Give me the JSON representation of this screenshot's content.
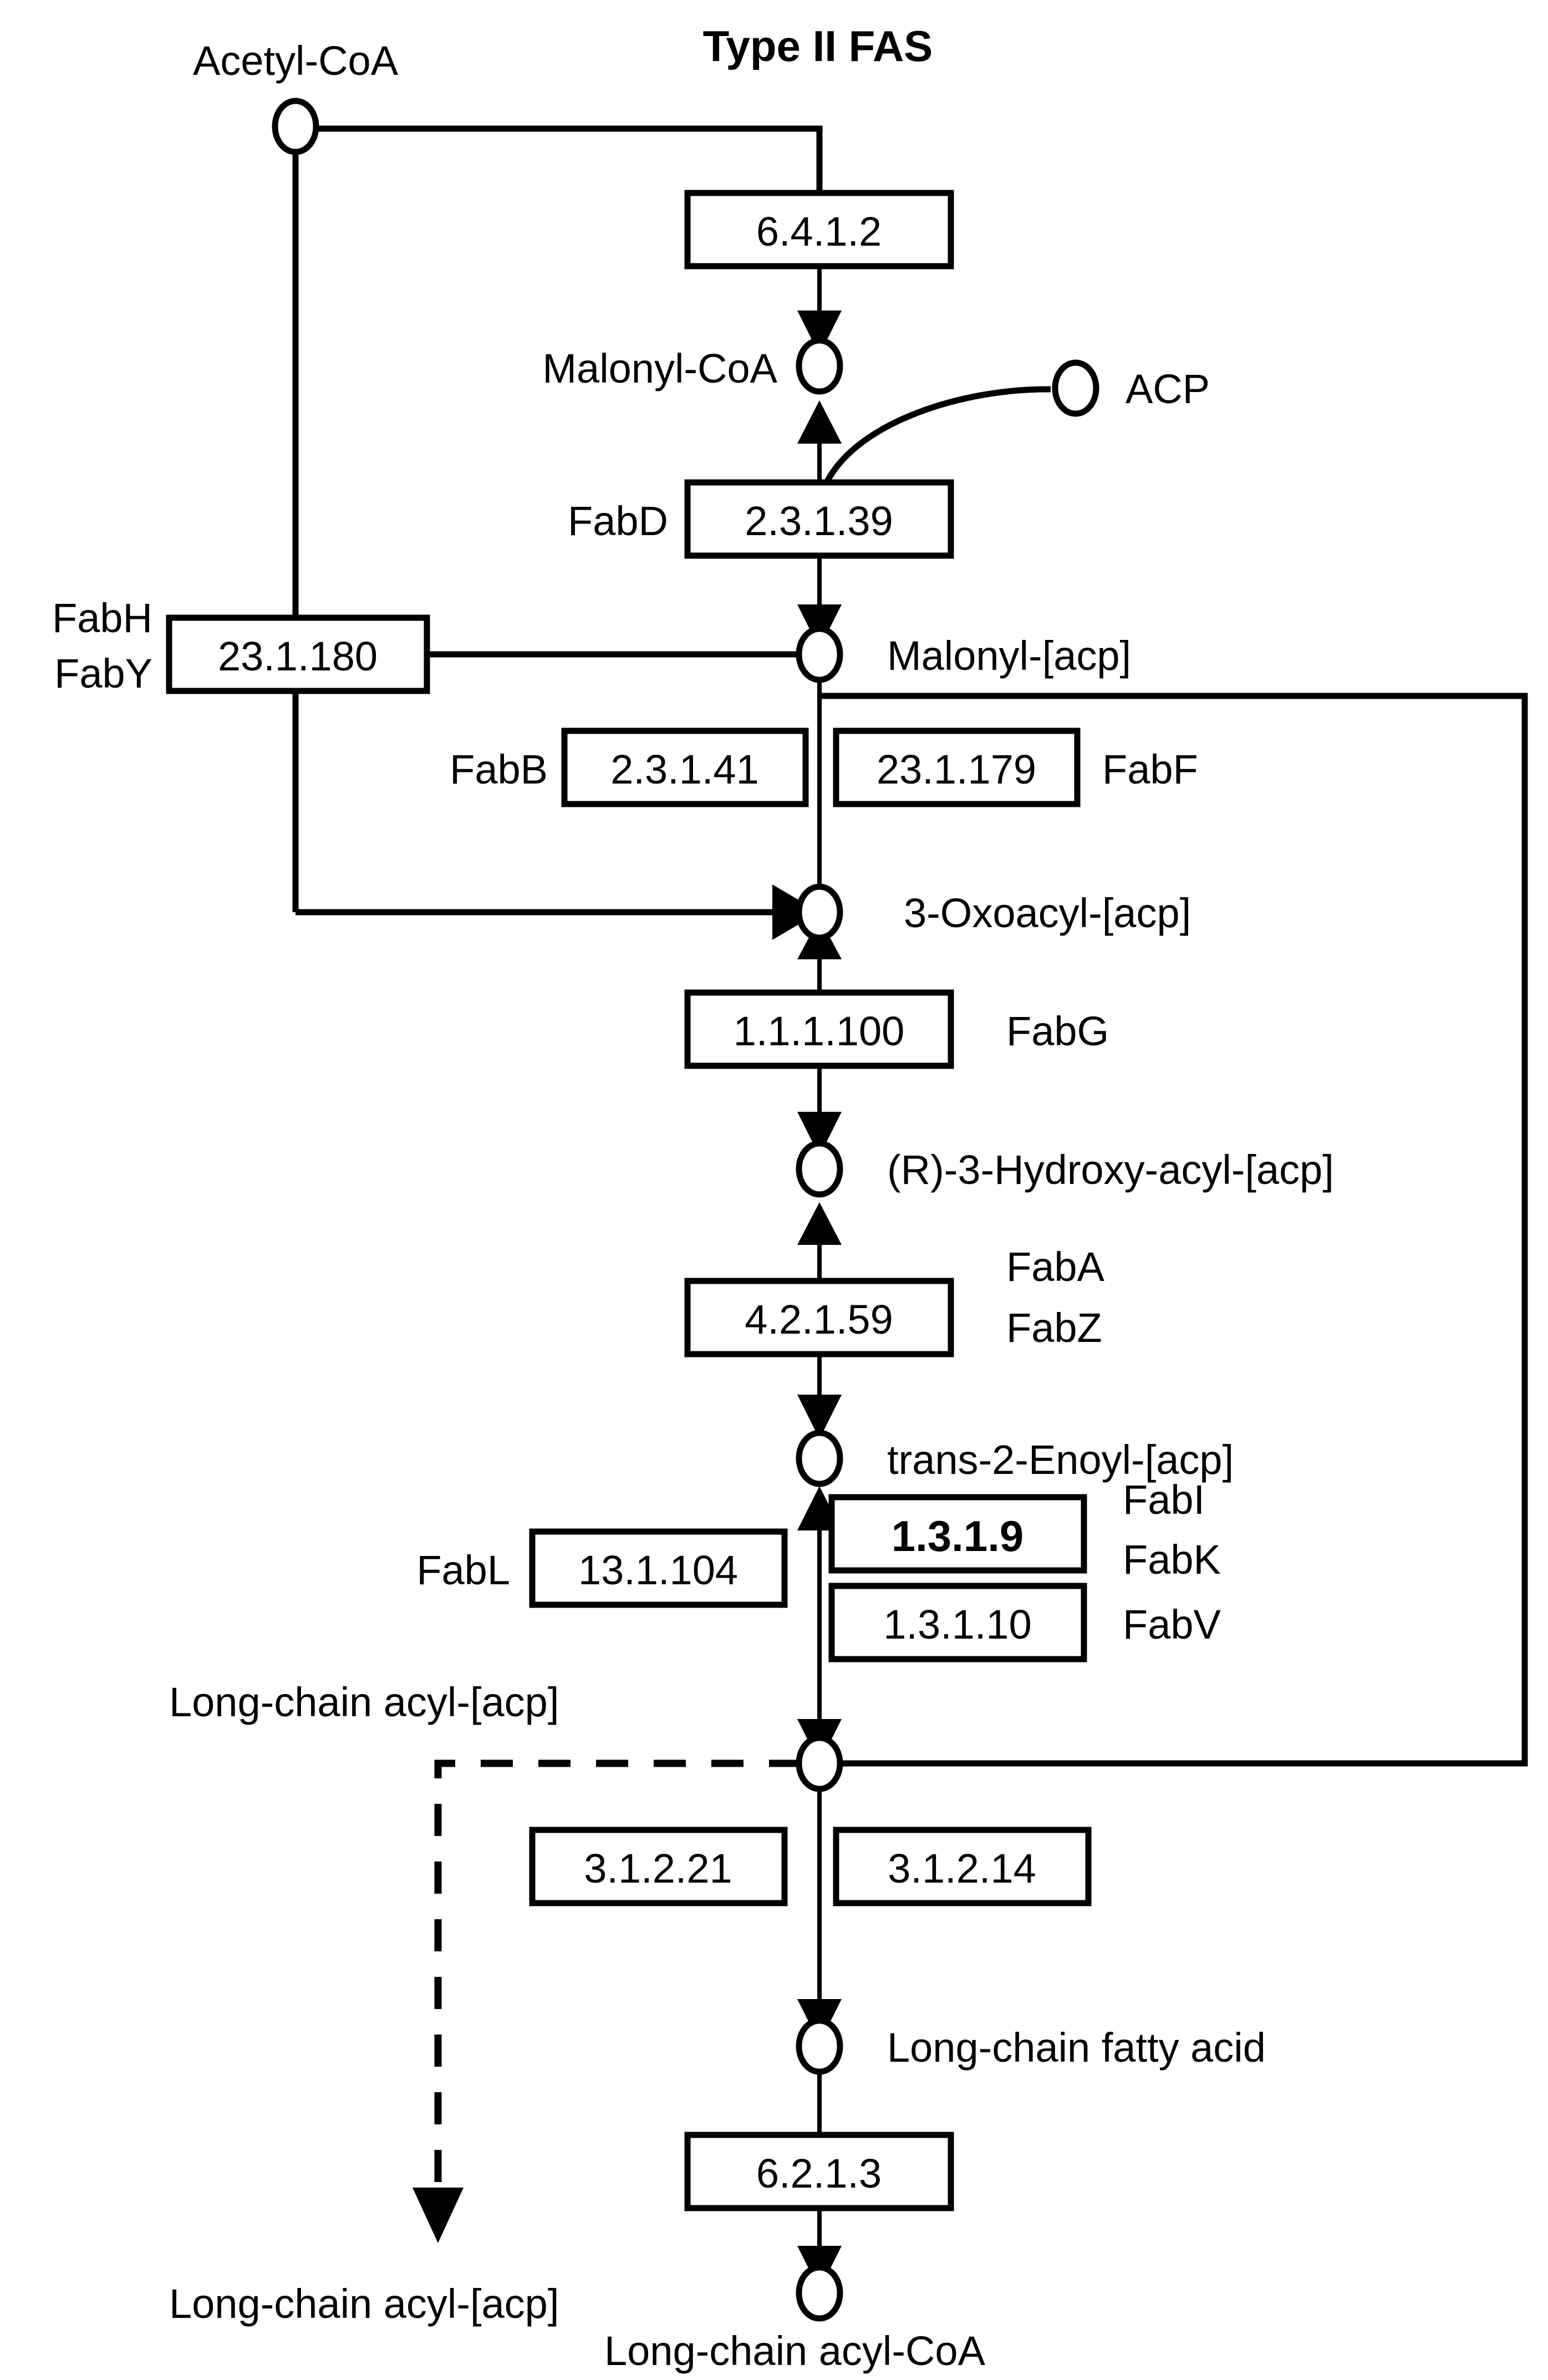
{
  "title": "Type II FAS",
  "colors": {
    "stroke": "#000000",
    "background": "#ffffff",
    "highlight": "#A81E28"
  },
  "compounds": [
    {
      "id": "acetyl-coa",
      "label": "Acetyl-CoA"
    },
    {
      "id": "malonyl-coa",
      "label": "Malonyl-CoA"
    },
    {
      "id": "acp",
      "label": "ACP"
    },
    {
      "id": "malonyl-acp",
      "label": "Malonyl-[acp]"
    },
    {
      "id": "3-oxoacyl-acp",
      "label": "3-Oxoacyl-[acp]"
    },
    {
      "id": "r-3-hydroxy-acyl",
      "label": "(R)-3-Hydroxy-acyl-[acp]"
    },
    {
      "id": "trans-2-enoyl",
      "label": "trans-2-Enoyl-[acp]"
    },
    {
      "id": "long-chain-acyl-acp",
      "label": "Long-chain acyl-[acp]"
    },
    {
      "id": "long-chain-fatty-acid",
      "label": "Long-chain fatty acid"
    },
    {
      "id": "long-chain-acyl-acp-out",
      "label": "Long-chain acyl-[acp]"
    },
    {
      "id": "long-chain-acyl-coa",
      "label": "Long-chain acyl-CoA"
    }
  ],
  "reactions": [
    {
      "id": "acetyl-carboxylase",
      "ec": "6.4.1.2",
      "enzymes": [],
      "highlight": false
    },
    {
      "id": "fabd",
      "ec": "2.3.1.39",
      "enzymes": [
        "FabD"
      ],
      "highlight": false
    },
    {
      "id": "fabh-faby",
      "ec": "23.1.180",
      "enzymes": [
        "FabH",
        "FabY"
      ],
      "highlight": false
    },
    {
      "id": "fabb",
      "ec": "2.3.1.41",
      "enzymes": [
        "FabB"
      ],
      "highlight": false
    },
    {
      "id": "fabf",
      "ec": "23.1.179",
      "enzymes": [
        "FabF"
      ],
      "highlight": false
    },
    {
      "id": "fabg",
      "ec": "1.1.1.100",
      "enzymes": [
        "FabG"
      ],
      "highlight": false
    },
    {
      "id": "faba-fabz",
      "ec": "4.2.1.59",
      "enzymes": [
        "FabA",
        "FabZ"
      ],
      "highlight": false
    },
    {
      "id": "fabl",
      "ec": "13.1.104",
      "enzymes": [
        "FabL"
      ],
      "highlight": false
    },
    {
      "id": "fabi-fabk",
      "ec": "1.3.1.9",
      "enzymes": [
        "FabI",
        "FabK"
      ],
      "highlight": true
    },
    {
      "id": "fabv",
      "ec": "1.3.1.10",
      "enzymes": [
        "FabV"
      ],
      "highlight": false
    },
    {
      "id": "thioesterase-21",
      "ec": "3.1.2.21",
      "enzymes": [],
      "highlight": false
    },
    {
      "id": "thioesterase-14",
      "ec": "3.1.2.14",
      "enzymes": [],
      "highlight": false
    },
    {
      "id": "acyl-coa-synthetase",
      "ec": "6.2.1.3",
      "enzymes": [],
      "highlight": false
    }
  ],
  "labels": {
    "acetyl_coa": "Acetyl-CoA",
    "malonyl_coa": "Malonyl-CoA",
    "acp": "ACP",
    "malonyl_acp": "Malonyl-[acp]",
    "oxoacyl_acp": "3-Oxoacyl-[acp]",
    "hydroxy_acyl_acp": "(R)-3-Hydroxy-acyl-[acp]",
    "trans_enoyl_acp": "trans-2-Enoyl-[acp]",
    "long_chain_acyl_acp": "Long-chain acyl-[acp]",
    "long_chain_fatty_acid": "Long-chain fatty acid",
    "long_chain_acyl_acp_out": "Long-chain acyl-[acp]",
    "long_chain_acyl_coa": "Long-chain acyl-CoA",
    "fabd": "FabD",
    "fabh": "FabH",
    "faby": "FabY",
    "fabb": "FabB",
    "fabf": "FabF",
    "fabg": "FabG",
    "faba": "FabA",
    "fabz": "FabZ",
    "fabl": "FabL",
    "fabi": "FabI",
    "fabk": "FabK",
    "fabv": "FabV"
  },
  "ec_numbers": {
    "acetyl_carboxylase": "6.4.1.2",
    "fabd": "2.3.1.39",
    "fabh_faby": "23.1.180",
    "fabb": "2.3.1.41",
    "fabf": "23.1.179",
    "fabg": "1.1.1.100",
    "faba_fabz": "4.2.1.59",
    "fabl": "13.1.104",
    "fabi_fabk": "1.3.1.9",
    "fabv": "1.3.1.10",
    "thio21": "3.1.2.21",
    "thio14": "3.1.2.14",
    "acyl_coa_synth": "6.2.1.3"
  }
}
